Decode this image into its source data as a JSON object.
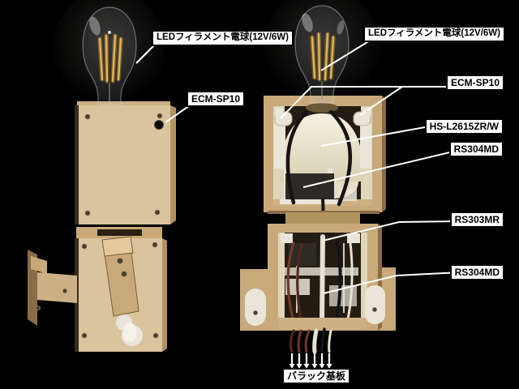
{
  "figure": {
    "description_visible_text_only": true,
    "board_arrow_count": 6
  },
  "annotations": {
    "led_left": {
      "text": "LEDフィラメント電球(12V/6W)"
    },
    "ecm_left": {
      "text": "ECM-SP10"
    },
    "led_right": {
      "text": "LEDフィラメント電球(12V/6W)"
    },
    "ecm_right": {
      "text": "ECM-SP10"
    },
    "lamp_socket": {
      "text": "HS-L2615ZR/W"
    },
    "servo_top": {
      "text": "RS304MD"
    },
    "servo_mid": {
      "text": "RS303MR"
    },
    "servo_bottom": {
      "text": "RS304MD"
    },
    "board": {
      "text": "バラック基板"
    }
  },
  "colors": {
    "background": "#000000",
    "label_bg": "#ffffff",
    "label_border": "#000000",
    "label_text": "#000000",
    "leader_line": "#ffffff",
    "wood_light": "#d9c49d",
    "wood_dark": "#8a6d48",
    "cream_dome": "#efe8d5",
    "plastic_white": "#e9e5d8",
    "filament_amber": "#e8b44a",
    "interior_dark": "#241c12"
  }
}
